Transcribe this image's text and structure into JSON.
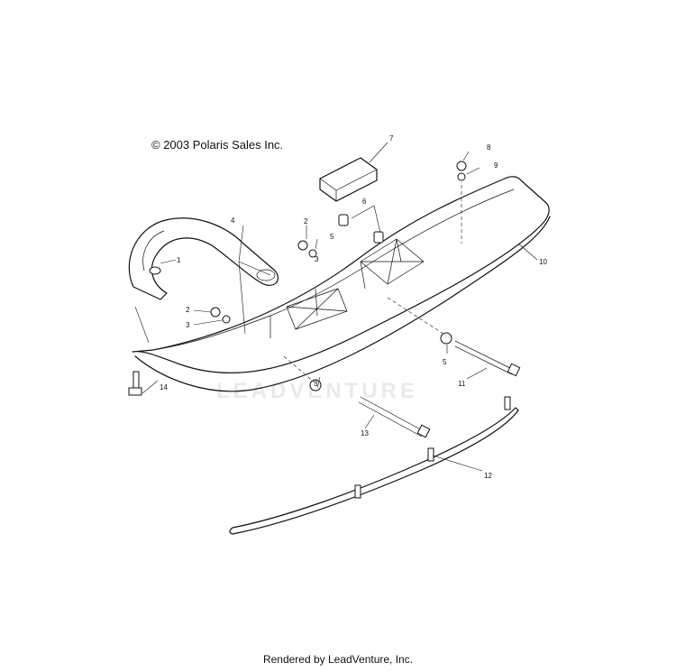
{
  "copyright": "© 2003 Polaris Sales Inc.",
  "footer": "Rendered by LeadVenture, Inc.",
  "watermark": "LEADVENTURE",
  "callouts": [
    "1",
    "2",
    "3",
    "4",
    "5",
    "6",
    "7",
    "8",
    "9",
    "10",
    "2",
    "3",
    "5",
    "11",
    "3",
    "13",
    "12",
    "14"
  ],
  "colors": {
    "line": "#111111",
    "background": "#ffffff",
    "watermark": "#e9e9e9"
  }
}
